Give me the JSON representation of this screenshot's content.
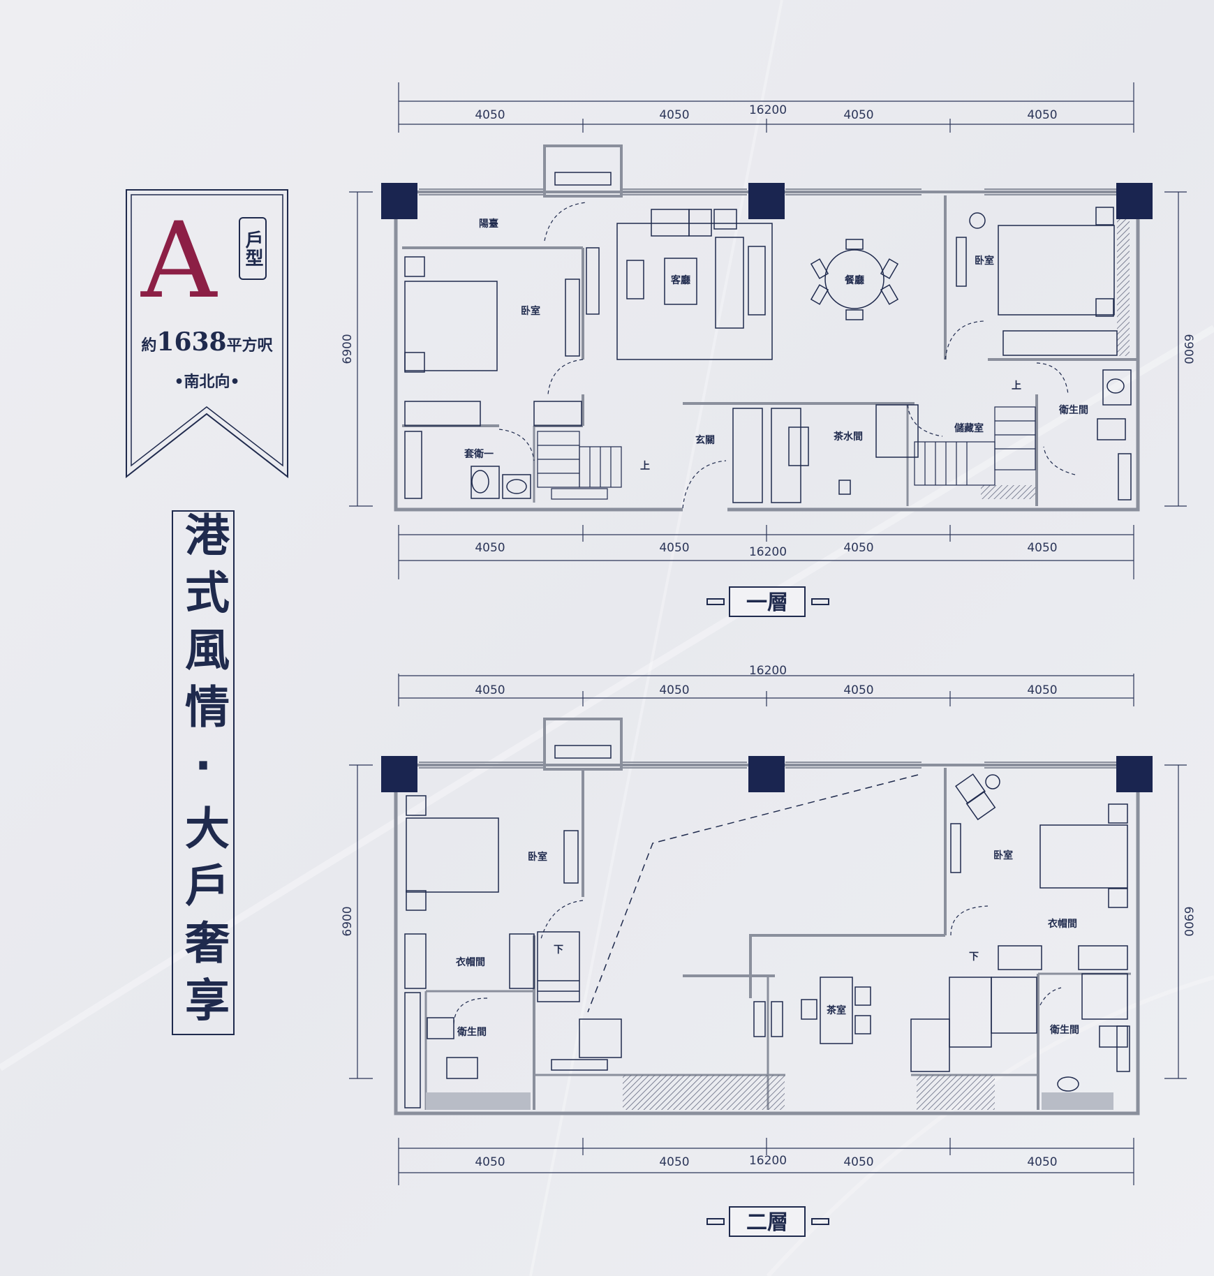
{
  "badge": {
    "letter": "A",
    "type_label": "戶型",
    "area_prefix": "約",
    "area_value": "1638",
    "area_unit": "平方呎",
    "orientation": "•南北向•"
  },
  "slogan": "港式風情·大戶奢享",
  "floors": [
    {
      "label": "一層",
      "top_dims": [
        "4050",
        "4050",
        "4050",
        "4050"
      ],
      "top_total": "16200",
      "bottom_dims": [
        "4050",
        "4050",
        "4050",
        "4050"
      ],
      "bottom_total": "16200",
      "side_dim": "6900",
      "rooms": {
        "balcony": "陽臺",
        "bedroom_left": "卧室",
        "living": "客廳",
        "dining": "餐廳",
        "bedroom_right": "卧室",
        "ensuite": "套衛一",
        "stair_up_left": "上",
        "entrance": "玄關",
        "pantry": "茶水間",
        "storage": "儲藏室",
        "stair_up_right": "上",
        "bathroom": "衛生間"
      }
    },
    {
      "label": "二層",
      "top_dims": [
        "4050",
        "4050",
        "4050",
        "4050"
      ],
      "top_total": "16200",
      "bottom_dims": [
        "4050",
        "4050",
        "4050",
        "4050"
      ],
      "bottom_total": "16200",
      "side_dim": "6900",
      "rooms": {
        "bedroom_left": "卧室",
        "wardrobe_left": "衣帽間",
        "stair_down_left": "下",
        "bathroom_left": "衛生間",
        "tea_room": "茶室",
        "bedroom_right": "卧室",
        "wardrobe_right": "衣帽間",
        "stair_down_right": "下",
        "bathroom_right": "衛生間"
      }
    }
  ],
  "colors": {
    "navy": "#1f2a4d",
    "wall": "#8a8f9c",
    "accent": "#8c1f45"
  }
}
